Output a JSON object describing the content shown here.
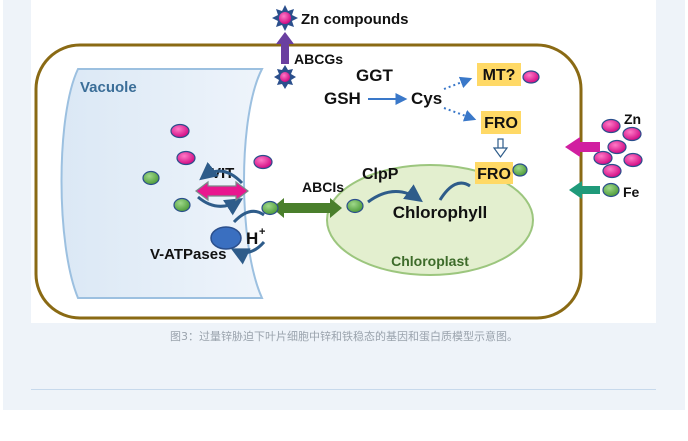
{
  "diagram": {
    "zn_compounds": "Zn compounds",
    "abcgs": "ABCGs",
    "vacuole": "Vacuole",
    "ggt": "GGT",
    "gsh": "GSH",
    "cys": "Cys",
    "mt": "MT?",
    "fro_top": "FRO",
    "fro_chloroplast": "FRO",
    "clpp": "ClpP",
    "chlorophyll": "Chlorophyll",
    "chloroplast": "Chloroplast",
    "vit": "VIT",
    "abcis": "ABCIs",
    "proton": "H",
    "proton_charge": "+",
    "v_atpases": "V-ATPases",
    "zn": "Zn",
    "fe": "Fe"
  },
  "caption": "图3：过量锌胁迫下叶片细胞中锌和铁稳态的基因和蛋白质模型示意图。",
  "colors": {
    "zn": "#e8168f",
    "fe": "#5fae45",
    "cell_wall": "#8a6a14",
    "chloroplast_fill": "#e3efcf",
    "highlight": "#ffd966"
  }
}
